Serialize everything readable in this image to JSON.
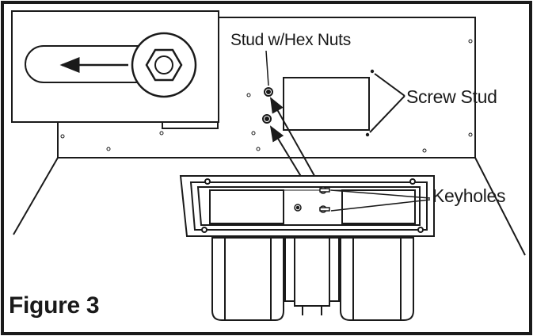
{
  "labels": {
    "stud_hex_nuts": "Stud w/Hex Nuts",
    "screw_stud": "Screw Stud",
    "keyholes": "Keyholes",
    "figure_caption": "Figure 3"
  },
  "colors": {
    "line": "#1a1a1a",
    "background": "#ffffff",
    "shade": "#e6e6e6"
  }
}
